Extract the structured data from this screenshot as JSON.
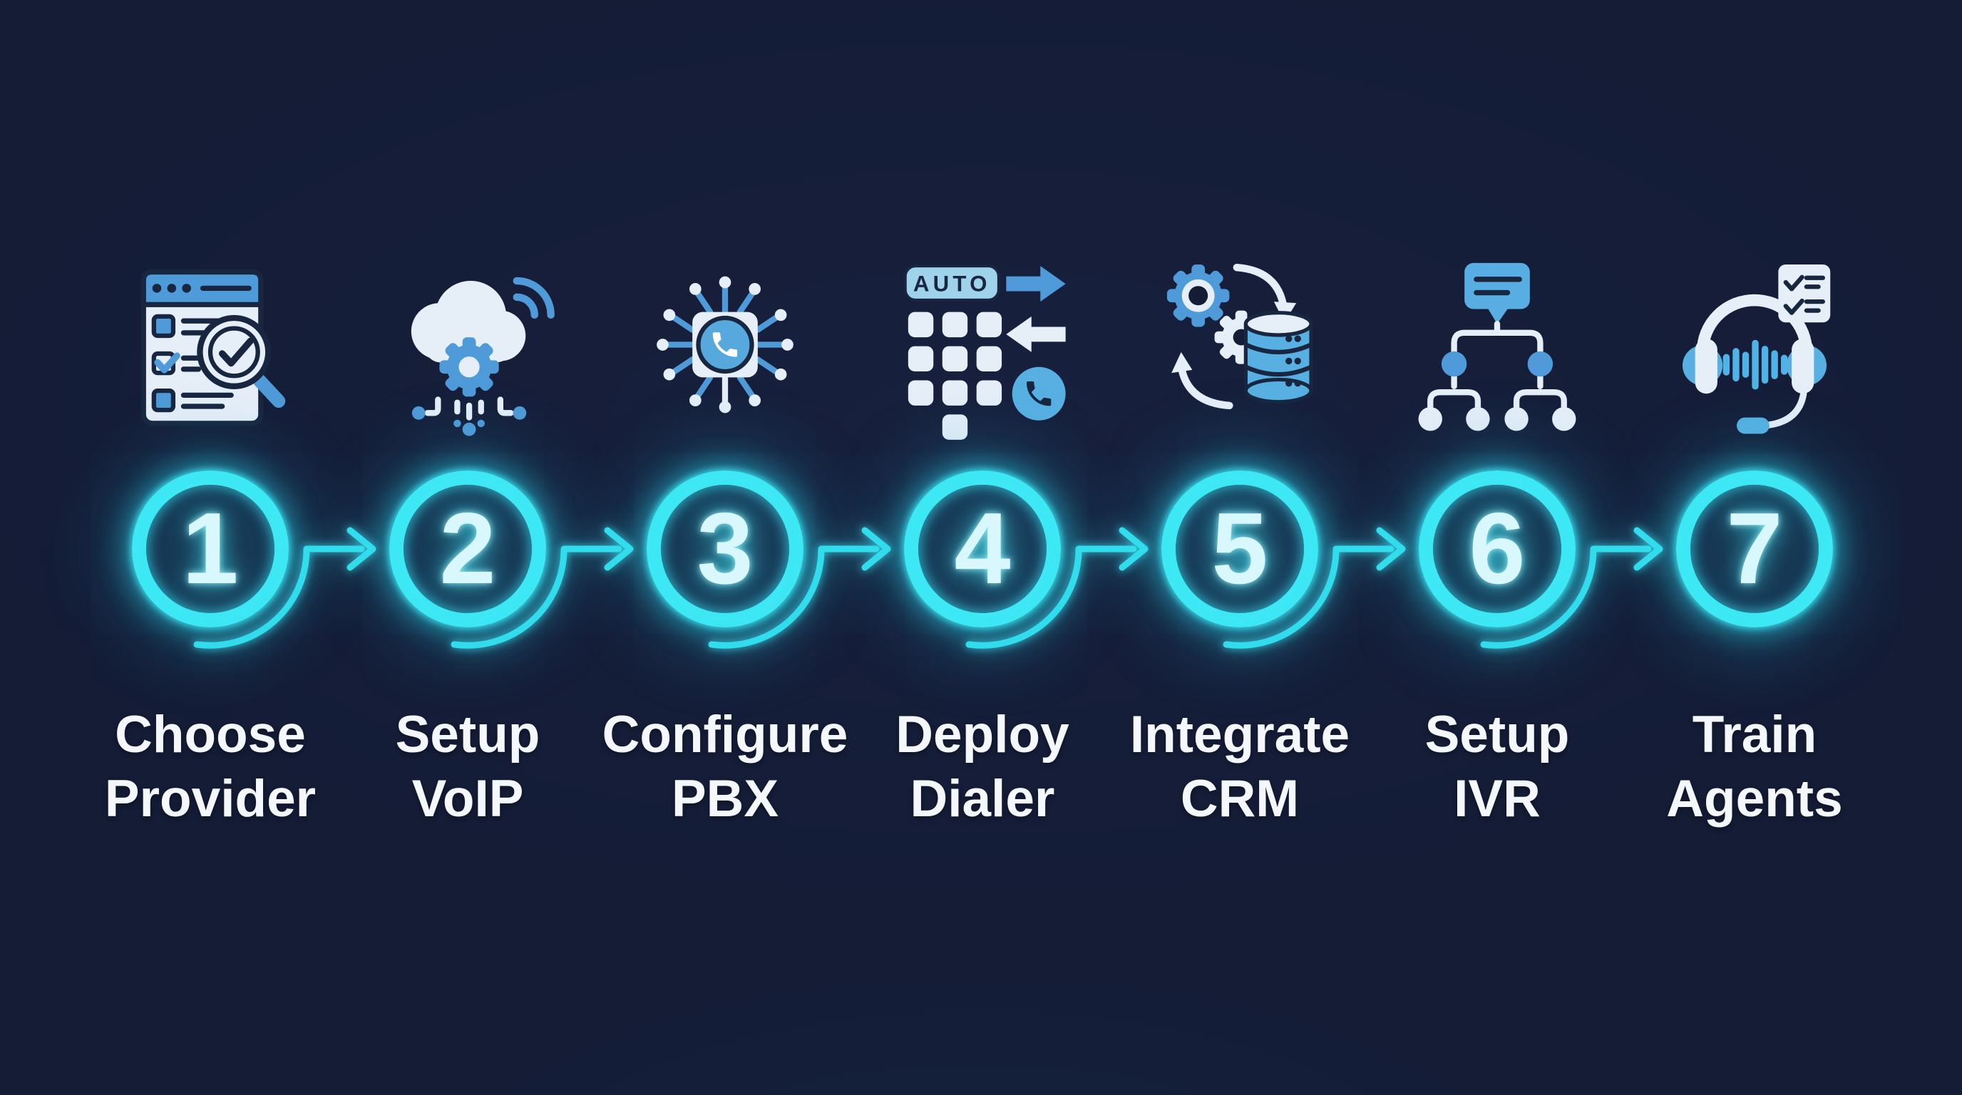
{
  "diagram": {
    "type": "process-flow",
    "step_count": 7,
    "colors": {
      "background": "#141c36",
      "neon_ring": "#3ee8f5",
      "neon_number": "#d9f8fd",
      "connector": "#31dcec",
      "label_text": "#f4f7fb",
      "icon_blue": "#4f9ad8",
      "icon_blue_bright": "#58b0e2",
      "icon_light": "#e6eef8",
      "icon_dark": "#18263f",
      "auto_pill": "#9fd3ec"
    }
  },
  "steps": [
    {
      "number": "1",
      "icon": "checklist-search-icon",
      "label_line1": "Choose",
      "label_line2": "Provider"
    },
    {
      "number": "2",
      "icon": "cloud-voip-icon",
      "label_line1": "Setup",
      "label_line2": "VoIP"
    },
    {
      "number": "3",
      "icon": "pbx-chip-phone-icon",
      "label_line1": "Configure",
      "label_line2": "PBX"
    },
    {
      "number": "4",
      "icon": "auto-dialer-keypad-icon",
      "icon_badge": "AUTO",
      "label_line1": "Deploy",
      "label_line2": "Dialer"
    },
    {
      "number": "5",
      "icon": "crm-gears-database-icon",
      "label_line1": "Integrate",
      "label_line2": "CRM"
    },
    {
      "number": "6",
      "icon": "ivr-tree-icon",
      "label_line1": "Setup",
      "label_line2": "IVR"
    },
    {
      "number": "7",
      "icon": "train-agents-headset-icon",
      "label_line1": "Train",
      "label_line2": "Agents"
    }
  ]
}
